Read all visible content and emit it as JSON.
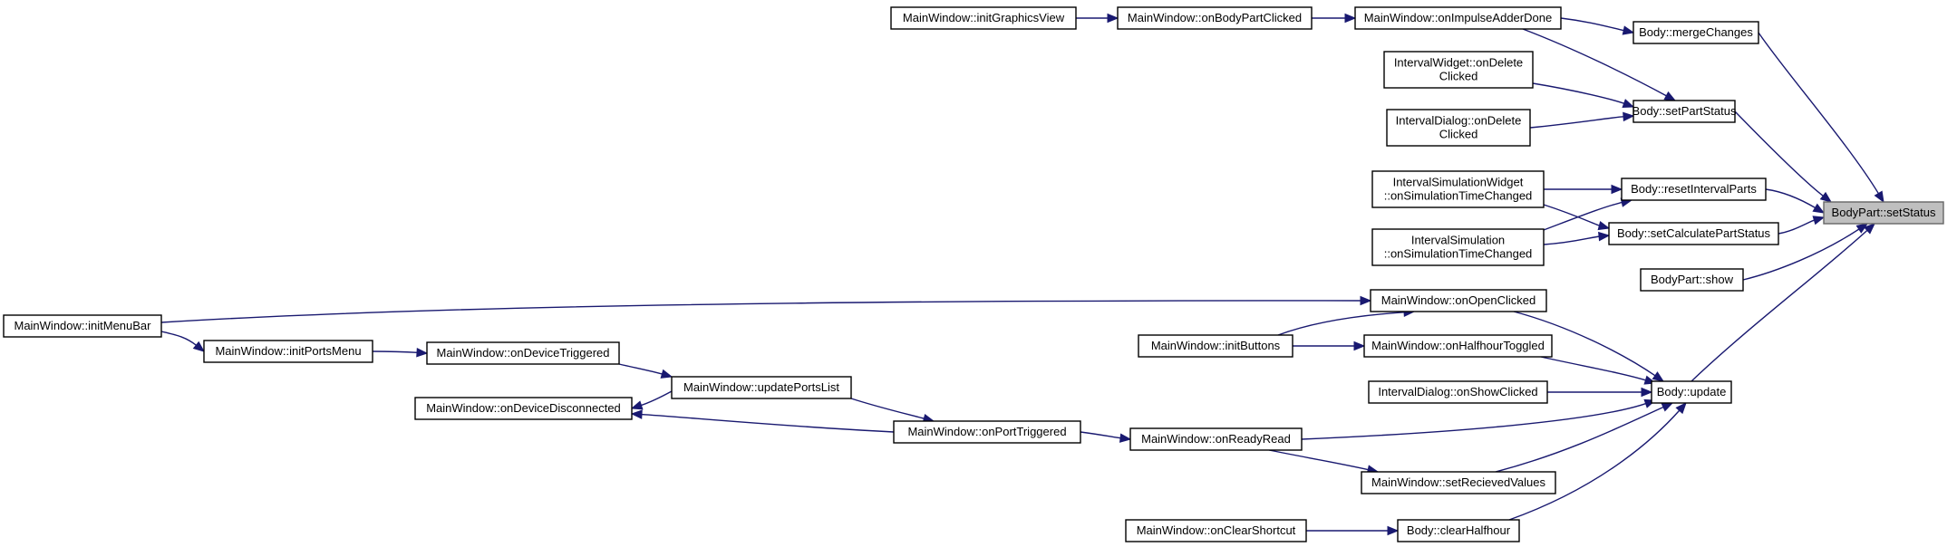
{
  "diagram": {
    "title": "",
    "nodes": [
      {
        "id": "setStatus",
        "lines": [
          "BodyPart::setStatus"
        ],
        "root": true
      },
      {
        "id": "mergeChanges",
        "lines": [
          "Body::mergeChanges"
        ]
      },
      {
        "id": "setPartStatus",
        "lines": [
          "Body::setPartStatus"
        ]
      },
      {
        "id": "resetIntervalParts",
        "lines": [
          "Body::resetIntervalParts"
        ]
      },
      {
        "id": "setCalculatePartStatus",
        "lines": [
          "Body::setCalculatePartStatus"
        ]
      },
      {
        "id": "show",
        "lines": [
          "BodyPart::show"
        ]
      },
      {
        "id": "update",
        "lines": [
          "Body::update"
        ]
      },
      {
        "id": "initGraphicsView",
        "lines": [
          "MainWindow::initGraphicsView"
        ]
      },
      {
        "id": "onBodyPartClicked",
        "lines": [
          "MainWindow::onBodyPartClicked"
        ]
      },
      {
        "id": "onImpulseAdderDone",
        "lines": [
          "MainWindow::onImpulseAdderDone"
        ]
      },
      {
        "id": "iwOnDelete",
        "lines": [
          "IntervalWidget::onDelete",
          "Clicked"
        ]
      },
      {
        "id": "idOnDelete",
        "lines": [
          "IntervalDialog::onDelete",
          "Clicked"
        ]
      },
      {
        "id": "iswOnSim",
        "lines": [
          "IntervalSimulationWidget",
          "::onSimulationTimeChanged"
        ]
      },
      {
        "id": "isOnSim",
        "lines": [
          "IntervalSimulation",
          "::onSimulationTimeChanged"
        ]
      },
      {
        "id": "onOpenClicked",
        "lines": [
          "MainWindow::onOpenClicked"
        ]
      },
      {
        "id": "initMenuBar",
        "lines": [
          "MainWindow::initMenuBar"
        ]
      },
      {
        "id": "initPortsMenu",
        "lines": [
          "MainWindow::initPortsMenu"
        ]
      },
      {
        "id": "onDeviceTriggered",
        "lines": [
          "MainWindow::onDeviceTriggered"
        ]
      },
      {
        "id": "updatePortsList",
        "lines": [
          "MainWindow::updatePortsList"
        ]
      },
      {
        "id": "onDeviceDisconnected",
        "lines": [
          "MainWindow::onDeviceDisconnected"
        ]
      },
      {
        "id": "onPortTriggered",
        "lines": [
          "MainWindow::onPortTriggered"
        ]
      },
      {
        "id": "initButtons",
        "lines": [
          "MainWindow::initButtons"
        ]
      },
      {
        "id": "onHalfhourToggled",
        "lines": [
          "MainWindow::onHalfhourToggled"
        ]
      },
      {
        "id": "idOnShowClicked",
        "lines": [
          "IntervalDialog::onShowClicked"
        ]
      },
      {
        "id": "onReadyRead",
        "lines": [
          "MainWindow::onReadyRead"
        ]
      },
      {
        "id": "setRecievedValues",
        "lines": [
          "MainWindow::setRecievedValues"
        ]
      },
      {
        "id": "clearHalfhour",
        "lines": [
          "Body::clearHalfhour"
        ]
      },
      {
        "id": "onClearShortcut",
        "lines": [
          "MainWindow::onClearShortcut"
        ]
      }
    ],
    "edges": [
      {
        "from": "mergeChanges",
        "to": "setStatus"
      },
      {
        "from": "setPartStatus",
        "to": "setStatus"
      },
      {
        "from": "resetIntervalParts",
        "to": "setStatus"
      },
      {
        "from": "setCalculatePartStatus",
        "to": "setStatus"
      },
      {
        "from": "show",
        "to": "setStatus"
      },
      {
        "from": "update",
        "to": "setStatus"
      },
      {
        "from": "initGraphicsView",
        "to": "onBodyPartClicked"
      },
      {
        "from": "onBodyPartClicked",
        "to": "onImpulseAdderDone"
      },
      {
        "from": "onImpulseAdderDone",
        "to": "mergeChanges"
      },
      {
        "from": "onImpulseAdderDone",
        "to": "setPartStatus"
      },
      {
        "from": "iwOnDelete",
        "to": "setPartStatus"
      },
      {
        "from": "idOnDelete",
        "to": "setPartStatus"
      },
      {
        "from": "iswOnSim",
        "to": "resetIntervalParts"
      },
      {
        "from": "iswOnSim",
        "to": "setCalculatePartStatus"
      },
      {
        "from": "isOnSim",
        "to": "resetIntervalParts"
      },
      {
        "from": "isOnSim",
        "to": "setCalculatePartStatus"
      },
      {
        "from": "initMenuBar",
        "to": "onOpenClicked"
      },
      {
        "from": "initMenuBar",
        "to": "initPortsMenu"
      },
      {
        "from": "initPortsMenu",
        "to": "onDeviceTriggered"
      },
      {
        "from": "onDeviceTriggered",
        "to": "updatePortsList"
      },
      {
        "from": "updatePortsList",
        "to": "onDeviceDisconnected"
      },
      {
        "from": "updatePortsList",
        "to": "onPortTriggered"
      },
      {
        "from": "onPortTriggered",
        "to": "onDeviceDisconnected"
      },
      {
        "from": "onPortTriggered",
        "to": "onReadyRead"
      },
      {
        "from": "initButtons",
        "to": "onOpenClicked"
      },
      {
        "from": "initButtons",
        "to": "onHalfhourToggled"
      },
      {
        "from": "onOpenClicked",
        "to": "update"
      },
      {
        "from": "onHalfhourToggled",
        "to": "update"
      },
      {
        "from": "idOnShowClicked",
        "to": "update"
      },
      {
        "from": "onReadyRead",
        "to": "update"
      },
      {
        "from": "onReadyRead",
        "to": "setRecievedValues"
      },
      {
        "from": "setRecievedValues",
        "to": "update"
      },
      {
        "from": "clearHalfhour",
        "to": "update"
      },
      {
        "from": "onClearShortcut",
        "to": "clearHalfhour"
      }
    ]
  }
}
